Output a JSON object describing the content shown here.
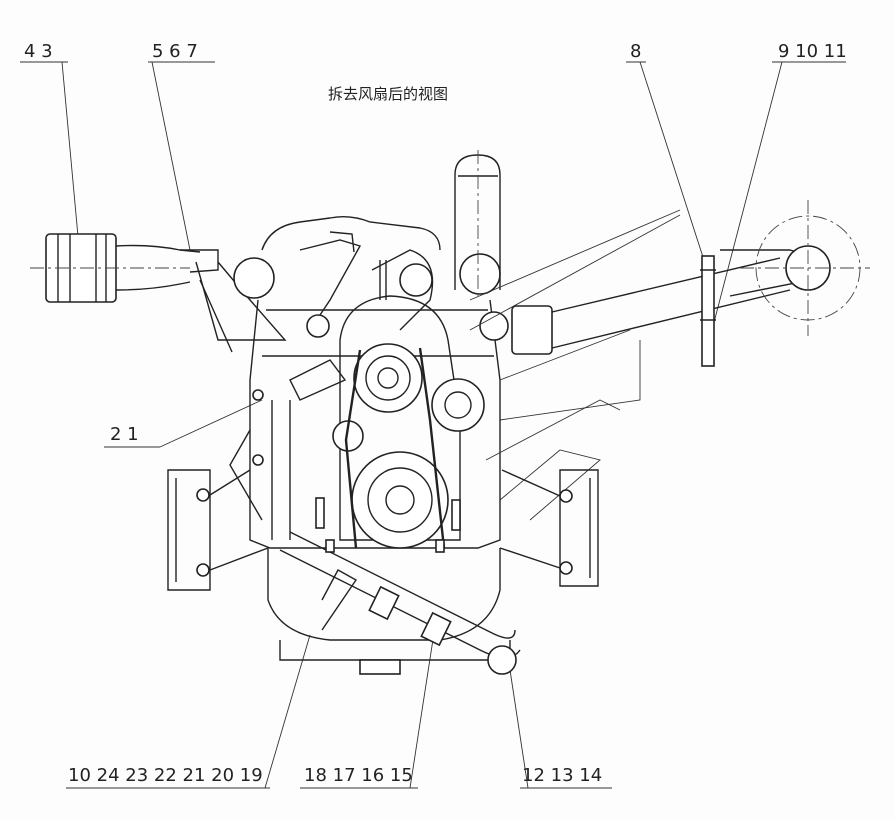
{
  "title": "拆去风扇后的视图",
  "callouts": {
    "c43": "4 3",
    "c567": "5 6 7",
    "c8": "8",
    "c91011": "9 10 11",
    "c21": "2 1",
    "c1024": "10 24 23 22 21 20 19",
    "c18": "18 17 16 15",
    "c121314": "12 13 14"
  }
}
